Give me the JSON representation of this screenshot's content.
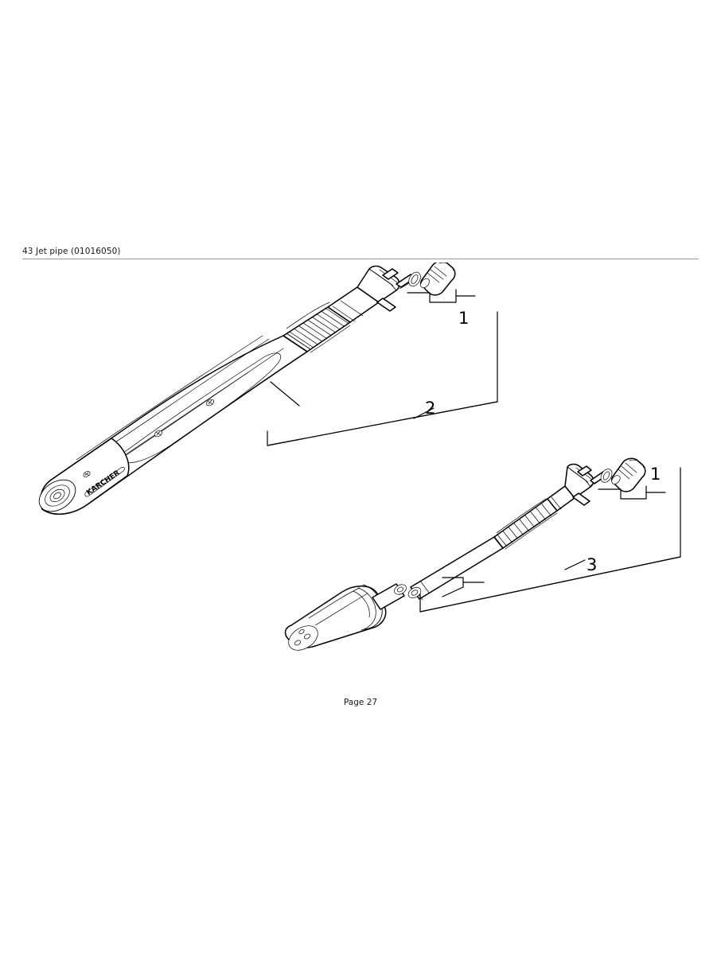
{
  "page": {
    "background_color": "#ffffff",
    "header": {
      "title": "43 Jet pipe (01016050)",
      "rule_color": "#9a9a9a"
    },
    "footer": {
      "page_label": "Page 27"
    }
  },
  "diagram": {
    "type": "exploded-parts-drawing",
    "line_color": "#000000",
    "fill_color": "#ffffff",
    "brand_text": "KARCHER",
    "assemblies": [
      {
        "name": "upper-assembly",
        "description": "Jet pipe with ergonomic tapered handle and ribbed grip",
        "parts": [
          {
            "callout": "1",
            "name": "nozzle-and-o-ring"
          },
          {
            "callout": "2",
            "name": "jet-pipe-handle-assembly"
          }
        ]
      },
      {
        "name": "lower-assembly",
        "description": "Jet pipe with rotary cone nozzle (dirt blaster)",
        "parts": [
          {
            "callout": "1",
            "name": "nozzle-and-o-ring"
          },
          {
            "callout": "3",
            "name": "jet-pipe-lance-assembly"
          }
        ]
      }
    ]
  },
  "callouts": {
    "one_top": "1",
    "two": "2",
    "one_bottom": "1",
    "three": "3"
  }
}
